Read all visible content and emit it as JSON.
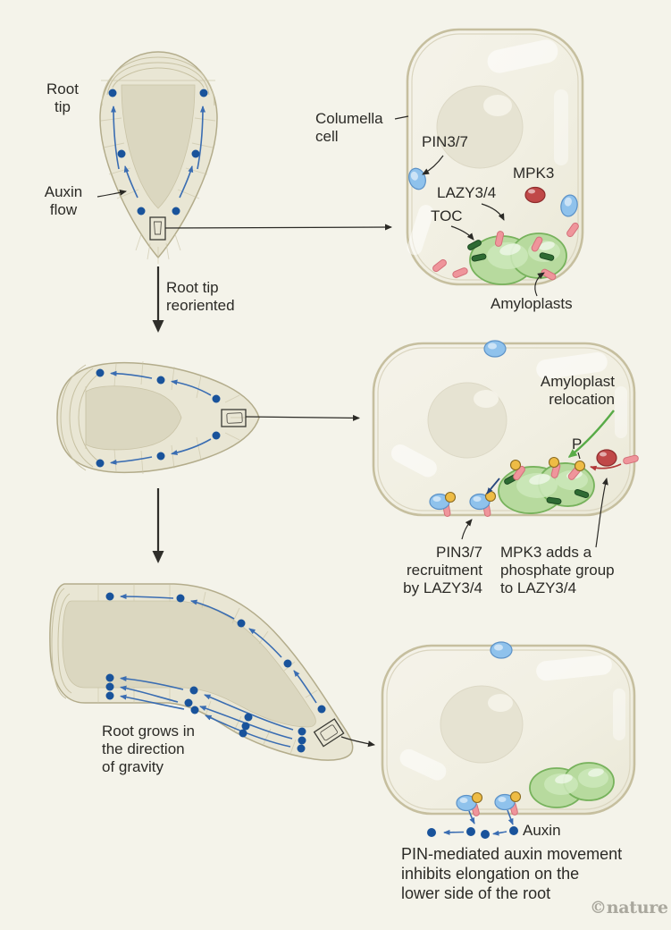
{
  "figure": {
    "credit": "©nature"
  },
  "colors": {
    "background": "#f4f3ea",
    "text": "#2b2a26",
    "auxin_blue": "#19539b",
    "arrow_blue": "#3a6db2",
    "pin_blue": "#8fc2ec",
    "amyloplast_green": "#b7da9e",
    "toc_green": "#2e6b33",
    "lazy_pink": "#ef959b",
    "mpk3_red": "#c04848",
    "phosphate_yellow": "#eebc45",
    "relocation_green": "#58ab47",
    "membrane_beige": "#c6bf9f",
    "root_fill": "#e9e6d4",
    "credit_gray": "#a9a79d"
  },
  "top_panel": {
    "root_tip": "Root\ntip",
    "auxin_flow": "Auxin\nflow",
    "columella_cell": "Columella\ncell",
    "pin37": "PIN3/7",
    "mpk3": "MPK3",
    "lazy34": "LAZY3/4",
    "toc": "TOC",
    "amyloplasts": "Amyloplasts"
  },
  "middle_panel": {
    "root_tip_reoriented": "Root tip\nreoriented",
    "amyloplast_relocation": "Amyloplast\nrelocation",
    "phosphate": "P",
    "pin_recruitment": "PIN3/7\nrecruitment\nby LAZY3/4",
    "mpk3_adds_phosphate": "MPK3 adds a\nphosphate group\nto LAZY3/4"
  },
  "bottom_panel": {
    "root_grows": "Root grows in\nthe direction\nof gravity",
    "auxin": "Auxin",
    "caption": "PIN-mediated auxin movement\ninhibits elongation on the\nlower side of the root"
  }
}
